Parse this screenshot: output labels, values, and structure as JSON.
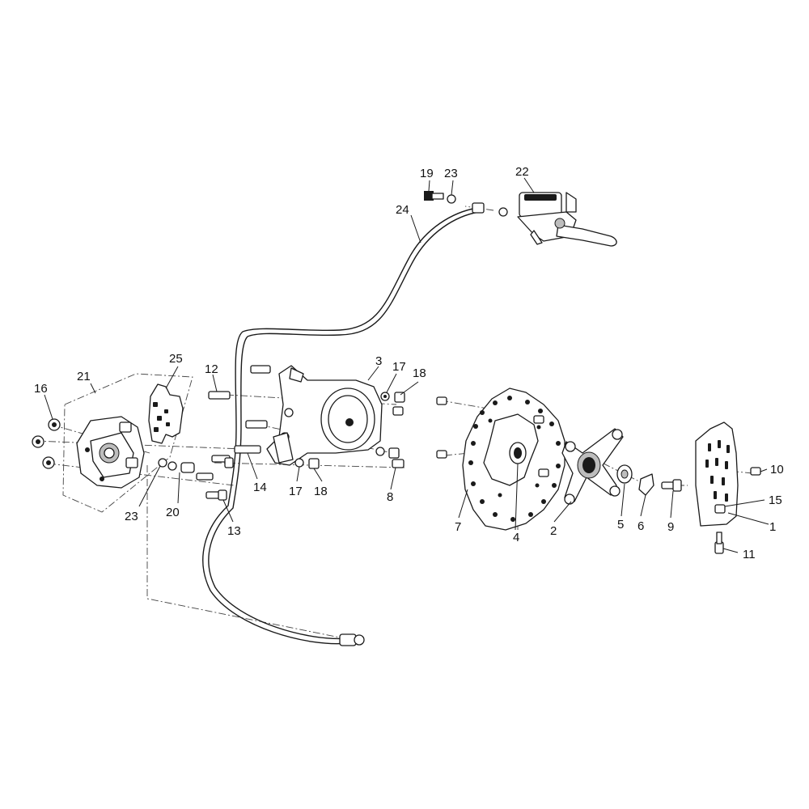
{
  "callouts": {
    "c1": "1",
    "c2": "2",
    "c3": "3",
    "c4": "4",
    "c5": "5",
    "c6": "6",
    "c7": "7",
    "c8": "8",
    "c9": "9",
    "c10": "10",
    "c11": "11",
    "c12": "12",
    "c13": "13",
    "c14": "14",
    "c15": "15",
    "c16": "16",
    "c17a": "17",
    "c17b": "17",
    "c18a": "18",
    "c18b": "18",
    "c19": "19",
    "c20": "20",
    "c21": "21",
    "c22": "22",
    "c23a": "23",
    "c23b": "23",
    "c24": "24",
    "c25": "25"
  }
}
